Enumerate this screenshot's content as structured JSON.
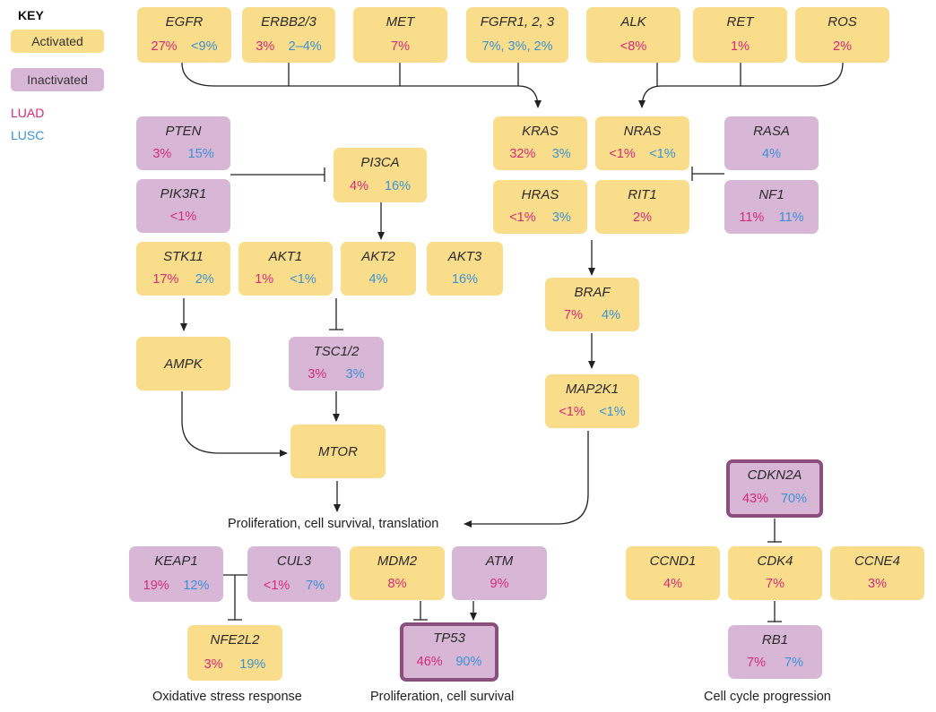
{
  "key": {
    "title": "KEY",
    "activated": "Activated",
    "inactivated": "Inactivated",
    "luad": "LUAD",
    "lusc": "LUSC"
  },
  "colors": {
    "activated": "#f9dd8a",
    "inactivated": "#d8b7d6",
    "luad": "#d6297b",
    "lusc": "#3a91d6",
    "highlight_border": "#8b4e7f"
  },
  "genes": {
    "egfr": {
      "name": "EGFR",
      "luad": "27%",
      "lusc": "<9%"
    },
    "erbb23": {
      "name": "ERBB2/3",
      "luad": "3%",
      "lusc": "2–4%"
    },
    "met": {
      "name": "MET",
      "luad": "7%"
    },
    "fgfr": {
      "name": "FGFR1, 2, 3",
      "lusc": "7%, 3%, 2%"
    },
    "alk": {
      "name": "ALK",
      "luad": "<8%"
    },
    "ret": {
      "name": "RET",
      "luad": "1%"
    },
    "ros": {
      "name": "ROS",
      "luad": "2%"
    },
    "pten": {
      "name": "PTEN",
      "luad": "3%",
      "lusc": "15%"
    },
    "pik3r1": {
      "name": "PIK3R1",
      "luad": "<1%"
    },
    "pi3ca": {
      "name": "PI3CA",
      "luad": "4%",
      "lusc": "16%"
    },
    "kras": {
      "name": "KRAS",
      "luad": "32%",
      "lusc": "3%"
    },
    "nras": {
      "name": "NRAS",
      "luad": "<1%",
      "lusc": "<1%"
    },
    "rasa": {
      "name": "RASA",
      "lusc": "4%"
    },
    "hras": {
      "name": "HRAS",
      "luad": "<1%",
      "lusc": "3%"
    },
    "rit1": {
      "name": "RIT1",
      "luad": "2%"
    },
    "nf1": {
      "name": "NF1",
      "luad": "11%",
      "lusc": "11%"
    },
    "stk11": {
      "name": "STK11",
      "luad": "17%",
      "lusc": "2%"
    },
    "akt1": {
      "name": "AKT1",
      "luad": "1%",
      "lusc": "<1%"
    },
    "akt2": {
      "name": "AKT2",
      "lusc": "4%"
    },
    "akt3": {
      "name": "AKT3",
      "lusc": "16%"
    },
    "braf": {
      "name": "BRAF",
      "luad": "7%",
      "lusc": "4%"
    },
    "ampk": {
      "name": "AMPK"
    },
    "tsc12": {
      "name": "TSC1/2",
      "luad": "3%",
      "lusc": "3%"
    },
    "map2k1": {
      "name": "MAP2K1",
      "luad": "<1%",
      "lusc": "<1%"
    },
    "mtor": {
      "name": "MTOR"
    },
    "cdkn2a": {
      "name": "CDKN2A",
      "luad": "43%",
      "lusc": "70%"
    },
    "keap1": {
      "name": "KEAP1",
      "luad": "19%",
      "lusc": "12%"
    },
    "cul3": {
      "name": "CUL3",
      "luad": "<1%",
      "lusc": "7%"
    },
    "mdm2": {
      "name": "MDM2",
      "luad": "8%"
    },
    "atm": {
      "name": "ATM",
      "luad": "9%"
    },
    "ccnd1": {
      "name": "CCND1",
      "luad": "4%"
    },
    "cdk4": {
      "name": "CDK4",
      "luad": "7%"
    },
    "ccne4": {
      "name": "CCNE4",
      "luad": "3%"
    },
    "nfe2l2": {
      "name": "NFE2L2",
      "luad": "3%",
      "lusc": "19%"
    },
    "tp53": {
      "name": "TP53",
      "luad": "46%",
      "lusc": "90%"
    },
    "rb1": {
      "name": "RB1",
      "luad": "7%",
      "lusc": "7%"
    }
  },
  "captions": {
    "proliferation_translation": "Proliferation, cell survival, translation",
    "oxidative": "Oxidative stress response",
    "proliferation_survival": "Proliferation, cell survival",
    "cell_cycle": "Cell cycle progression"
  }
}
